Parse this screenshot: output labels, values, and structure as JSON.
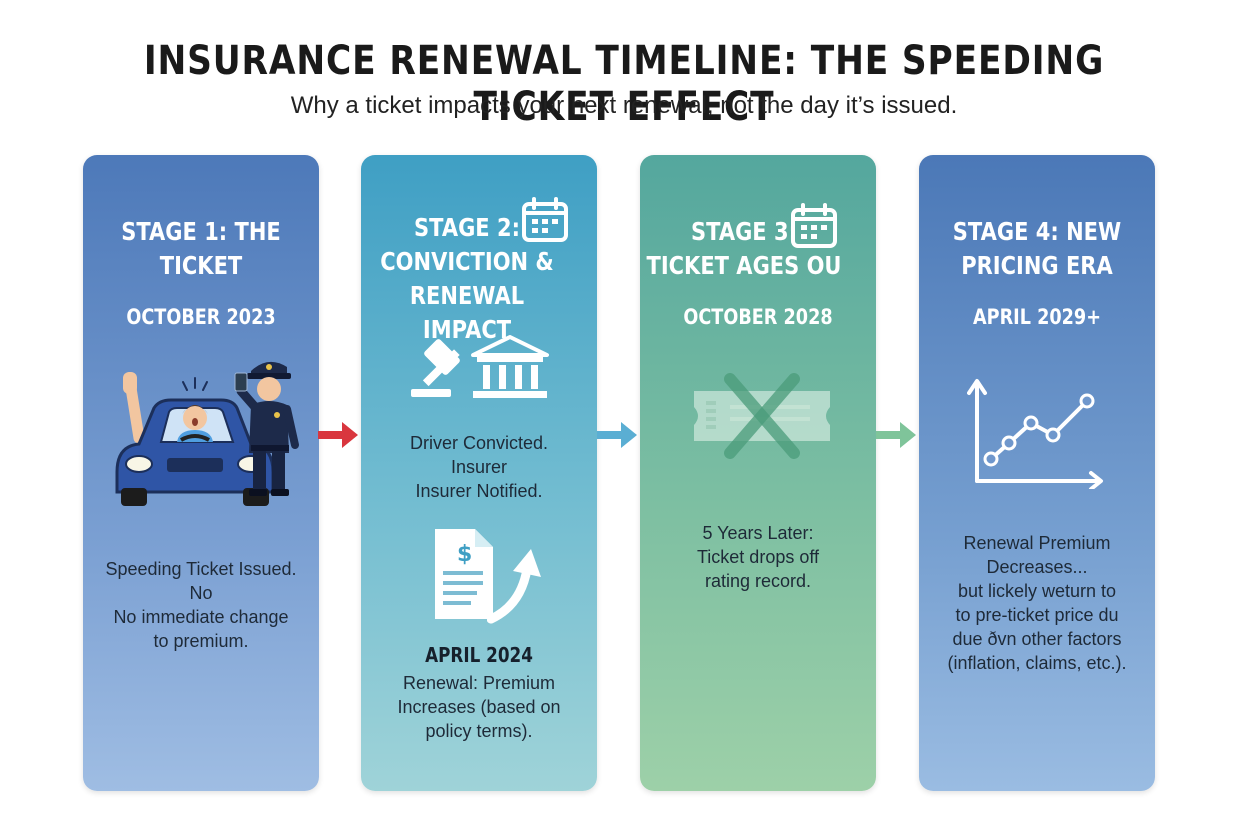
{
  "title": "INSURANCE RENEWAL TIMELINE: THE SPEEDING TICKET EFFECT",
  "subtitle": "Why a ticket impacts your next renewal, not the day it’s issued.",
  "colors": {
    "arrow1": "#d9363e",
    "arrow2": "#5aaed3",
    "arrow3": "#7fc49a"
  },
  "stages": [
    {
      "heading_lines": [
        "STAGE 1: THE",
        "TICKET"
      ],
      "date": "OCTOBER 2023",
      "icons": [
        "car-driver-icon",
        "police-officer-icon"
      ],
      "description_lines": [
        "Speeding Ticket Issued.",
        "No",
        "No immediate change",
        "to premium."
      ]
    },
    {
      "heading_lines": [
        "STAGE 2:",
        "CONVICTION &",
        "RENEWAL IMPACT"
      ],
      "date": "",
      "icons": [
        "calendar-icon",
        "gavel-icon",
        "courthouse-icon",
        "document-dollar-icon",
        "rising-arrow-icon"
      ],
      "description_lines": [
        "Driver Convicted.",
        "Insurer",
        "Insurer Notified."
      ],
      "sub_date": "APRIL 2024",
      "sub_description_lines": [
        "Renewal: Premium",
        "Increases (based on",
        "policy terms)."
      ]
    },
    {
      "heading_lines": [
        "STAGE 3:",
        "TICKET AGES OU"
      ],
      "date": "OCTOBER 2028",
      "icons": [
        "calendar-icon",
        "crossed-ticket-icon"
      ],
      "description_lines": [
        "5 Years Later:",
        "Ticket drops off",
        "rating record."
      ]
    },
    {
      "heading_lines": [
        "STAGE 4: NEW",
        "PRICING ERA"
      ],
      "date": "APRIL 2029+",
      "icons": [
        "line-chart-icon"
      ],
      "description_lines": [
        "Renewal Premium",
        "Decreases...",
        "but lickely weturn to",
        "to pre-ticket price du",
        "due ðvn other factors",
        "(inflation, claims, etc.)."
      ]
    }
  ]
}
